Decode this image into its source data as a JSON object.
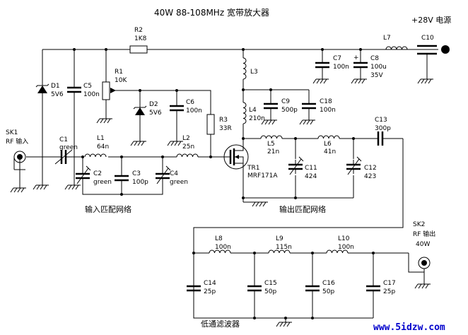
{
  "title": "40W 88-108MHz 宽带放大器",
  "power": "+28V 电源",
  "sections": {
    "input_match": "输入匹配网络",
    "output_match": "输出匹配网络",
    "lpf": "低通滤波器"
  },
  "connectors": {
    "sk1": {
      "ref": "SK1",
      "label": "RF 输入"
    },
    "sk2": {
      "ref": "SK2",
      "label": "RF 输出",
      "power": "40W"
    }
  },
  "components": {
    "r1": {
      "ref": "R1",
      "value": "10K"
    },
    "r2": {
      "ref": "R2",
      "value": "1K8"
    },
    "r3": {
      "ref": "R3",
      "value": "33R"
    },
    "d1": {
      "ref": "D1",
      "value": "5V6"
    },
    "d2": {
      "ref": "D2",
      "value": "5V6"
    },
    "c1": {
      "ref": "C1",
      "value": "green"
    },
    "c2": {
      "ref": "C2",
      "value": "green"
    },
    "c3": {
      "ref": "C3",
      "value": "100p"
    },
    "c4": {
      "ref": "C4",
      "value": "green"
    },
    "c5": {
      "ref": "C5",
      "value": "100n"
    },
    "c6": {
      "ref": "C6",
      "value": "100n"
    },
    "c7": {
      "ref": "C7",
      "value": "100n"
    },
    "c8": {
      "ref": "C8",
      "value": "100u",
      "voltage": "35V"
    },
    "c9": {
      "ref": "C9",
      "value": "500p"
    },
    "c10": {
      "ref": "C10",
      "value": ""
    },
    "c11": {
      "ref": "C11",
      "value": "424"
    },
    "c12": {
      "ref": "C12",
      "value": "423"
    },
    "c13": {
      "ref": "C13",
      "value": "300p"
    },
    "c14": {
      "ref": "C14",
      "value": "25p"
    },
    "c15": {
      "ref": "C15",
      "value": "50p"
    },
    "c16": {
      "ref": "C16",
      "value": "50p"
    },
    "c17": {
      "ref": "C17",
      "value": "25p"
    },
    "c18": {
      "ref": "C18",
      "value": "100n"
    },
    "l1": {
      "ref": "L1",
      "value": "64n"
    },
    "l2": {
      "ref": "L2",
      "value": "25n"
    },
    "l3": {
      "ref": "L3",
      "value": ""
    },
    "l4": {
      "ref": "L4",
      "value": "210n"
    },
    "l5": {
      "ref": "L5",
      "value": "21n"
    },
    "l6": {
      "ref": "L6",
      "value": "41n"
    },
    "l7": {
      "ref": "L7",
      "value": ""
    },
    "l8": {
      "ref": "L8",
      "value": "100n"
    },
    "l9": {
      "ref": "L9",
      "value": "115n"
    },
    "l10": {
      "ref": "L10",
      "value": "100n"
    },
    "tr1": {
      "ref": "TR1",
      "value": "MRF171A"
    }
  },
  "watermark": "www.5idzw.com"
}
